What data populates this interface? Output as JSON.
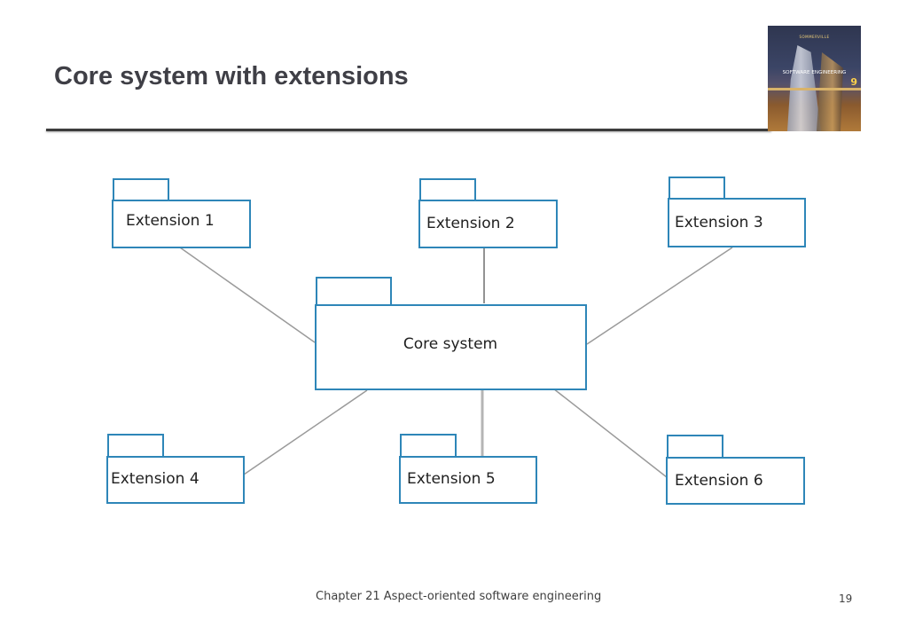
{
  "slide": {
    "title": "Core system with extensions",
    "footer": "Chapter 21 Aspect-oriented software engineering",
    "page_number": "19"
  },
  "book_cover": {
    "author": "SOMMERVILLE",
    "title": "SOFTWARE ENGINEERING",
    "edition": "9"
  },
  "diagram": {
    "core": {
      "label": "Core system"
    },
    "extensions": [
      {
        "label": "Extension 1"
      },
      {
        "label": "Extension 2"
      },
      {
        "label": "Extension 3"
      },
      {
        "label": "Extension 4"
      },
      {
        "label": "Extension 5"
      },
      {
        "label": "Extension 6"
      }
    ],
    "colors": {
      "package_border": "#2e86b8",
      "connector": "#9a9a9a"
    }
  }
}
